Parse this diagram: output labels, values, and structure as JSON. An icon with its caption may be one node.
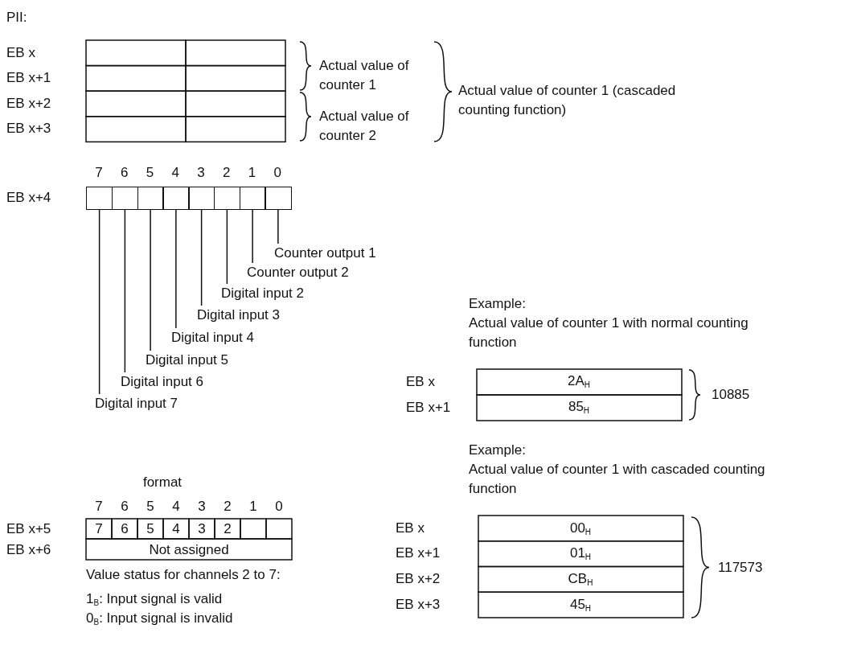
{
  "diagram": {
    "nodes": [
      {
        "text": [],
        "shape": "box"
      },
      {
        "text": [],
        "shape": "box"
      },
      {
        "text": [],
        "shape": "box"
      },
      {
        "text": [],
        "shape": "box"
      },
      {
        "text": [],
        "shape": "box"
      },
      {
        "text": [],
        "shape": "box"
      },
      {
        "text": [],
        "shape": "box"
      },
      {
        "text": [],
        "shape": "box"
      },
      {
        "text": [
          "Counter output 1"
        ]
      },
      {
        "text": [
          "Counter output 2"
        ]
      },
      {
        "text": [
          "Digital input 2"
        ]
      },
      {
        "text": [
          "Digital input 3"
        ]
      },
      {
        "text": [
          "Digital input 4"
        ]
      },
      {
        "text": [
          "Digital input 5"
        ]
      },
      {
        "text": [
          "Digital input 6"
        ]
      },
      {
        "text": [
          "Digital input 7"
        ]
      }
    ],
    "edges": [
      {
        "from": 8,
        "to": 7,
        "arrow": "none"
      },
      {
        "from": 9,
        "to": 6,
        "arrow": "none"
      },
      {
        "from": 10,
        "to": 5,
        "arrow": "none"
      },
      {
        "from": 11,
        "to": 4,
        "arrow": "none"
      },
      {
        "from": 12,
        "to": 3,
        "arrow": "none"
      },
      {
        "from": 13,
        "to": 2,
        "arrow": "none"
      },
      {
        "from": 14,
        "to": 1,
        "arrow": "none"
      },
      {
        "from": 15,
        "to": 0,
        "arrow": "none"
      }
    ],
    "labels": [
      "PII:",
      "EB x",
      "EB x+1",
      "EB x+2",
      "EB x+3",
      "Actual value of counter 1",
      "Actual value of counter 2",
      "Actual value of counter 1 (cascaded counting function)",
      "7",
      "6",
      "5",
      "4",
      "3",
      "2",
      "1",
      "0",
      "EB x+4",
      "Example:",
      "Actual value of counter 1 with normal counting function",
      "EB x",
      "2A$_{H}$",
      "EB x+1",
      "85$_{H}$",
      "10885",
      "format",
      "7",
      "6",
      "5",
      "4",
      "3",
      "2",
      "1",
      "0",
      "Example:",
      "Actual value of counter 1 with cascaded counting function",
      "EB x+5",
      "7",
      "6",
      "5",
      "4",
      "3",
      "2",
      "EB x+6",
      "Not assigned",
      "Value status for channels 2 to 7:",
      "1$_{B}$: Input signal is valid",
      "0$_{B}$: Input signal is invalid",
      "EB x",
      "00$_{H}$",
      "EB x+1",
      "01$_{H}$",
      "EB x+2",
      "CB$_{H}$",
      "EB x+3",
      "45$_{H}$",
      "117573"
    ]
  }
}
